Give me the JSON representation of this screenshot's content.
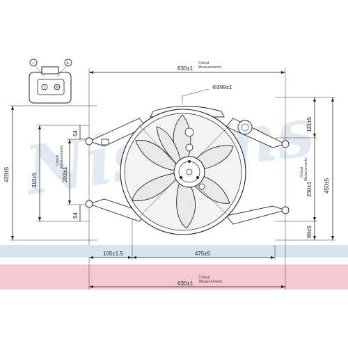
{
  "watermark": {
    "text": "Nissens"
  },
  "connector": {
    "minus": "−",
    "plus": "+"
  },
  "dimensions": {
    "top_width": "630±1",
    "top_width_note_1": "Critical",
    "top_width_note_2": "Measurements",
    "fan_diameter": "Φ399±1",
    "left_height": "420±5",
    "inner_left_height": "310±5",
    "mount_spacing": "203±1",
    "mount_spacing_note_1": "Critical",
    "mount_spacing_note_2": "Measurements",
    "upper_offset": "54",
    "lower_offset": "54",
    "right_top": "121±5",
    "right_mid": "230±1",
    "right_mid_note_1": "Critical",
    "right_mid_note_2": "Measurements",
    "right_low": "68±5",
    "right_total": "450±5",
    "bottom_left": "105±1.5",
    "bottom_mid": "475±5",
    "bottom_width": "630±1",
    "bottom_width_note_1": "Critical",
    "bottom_width_note_2": "Measurements"
  },
  "colors": {
    "band_pink": "#f6c9d2",
    "band_blue": "#d6e3f1",
    "watermark": "#c9d8ea"
  }
}
